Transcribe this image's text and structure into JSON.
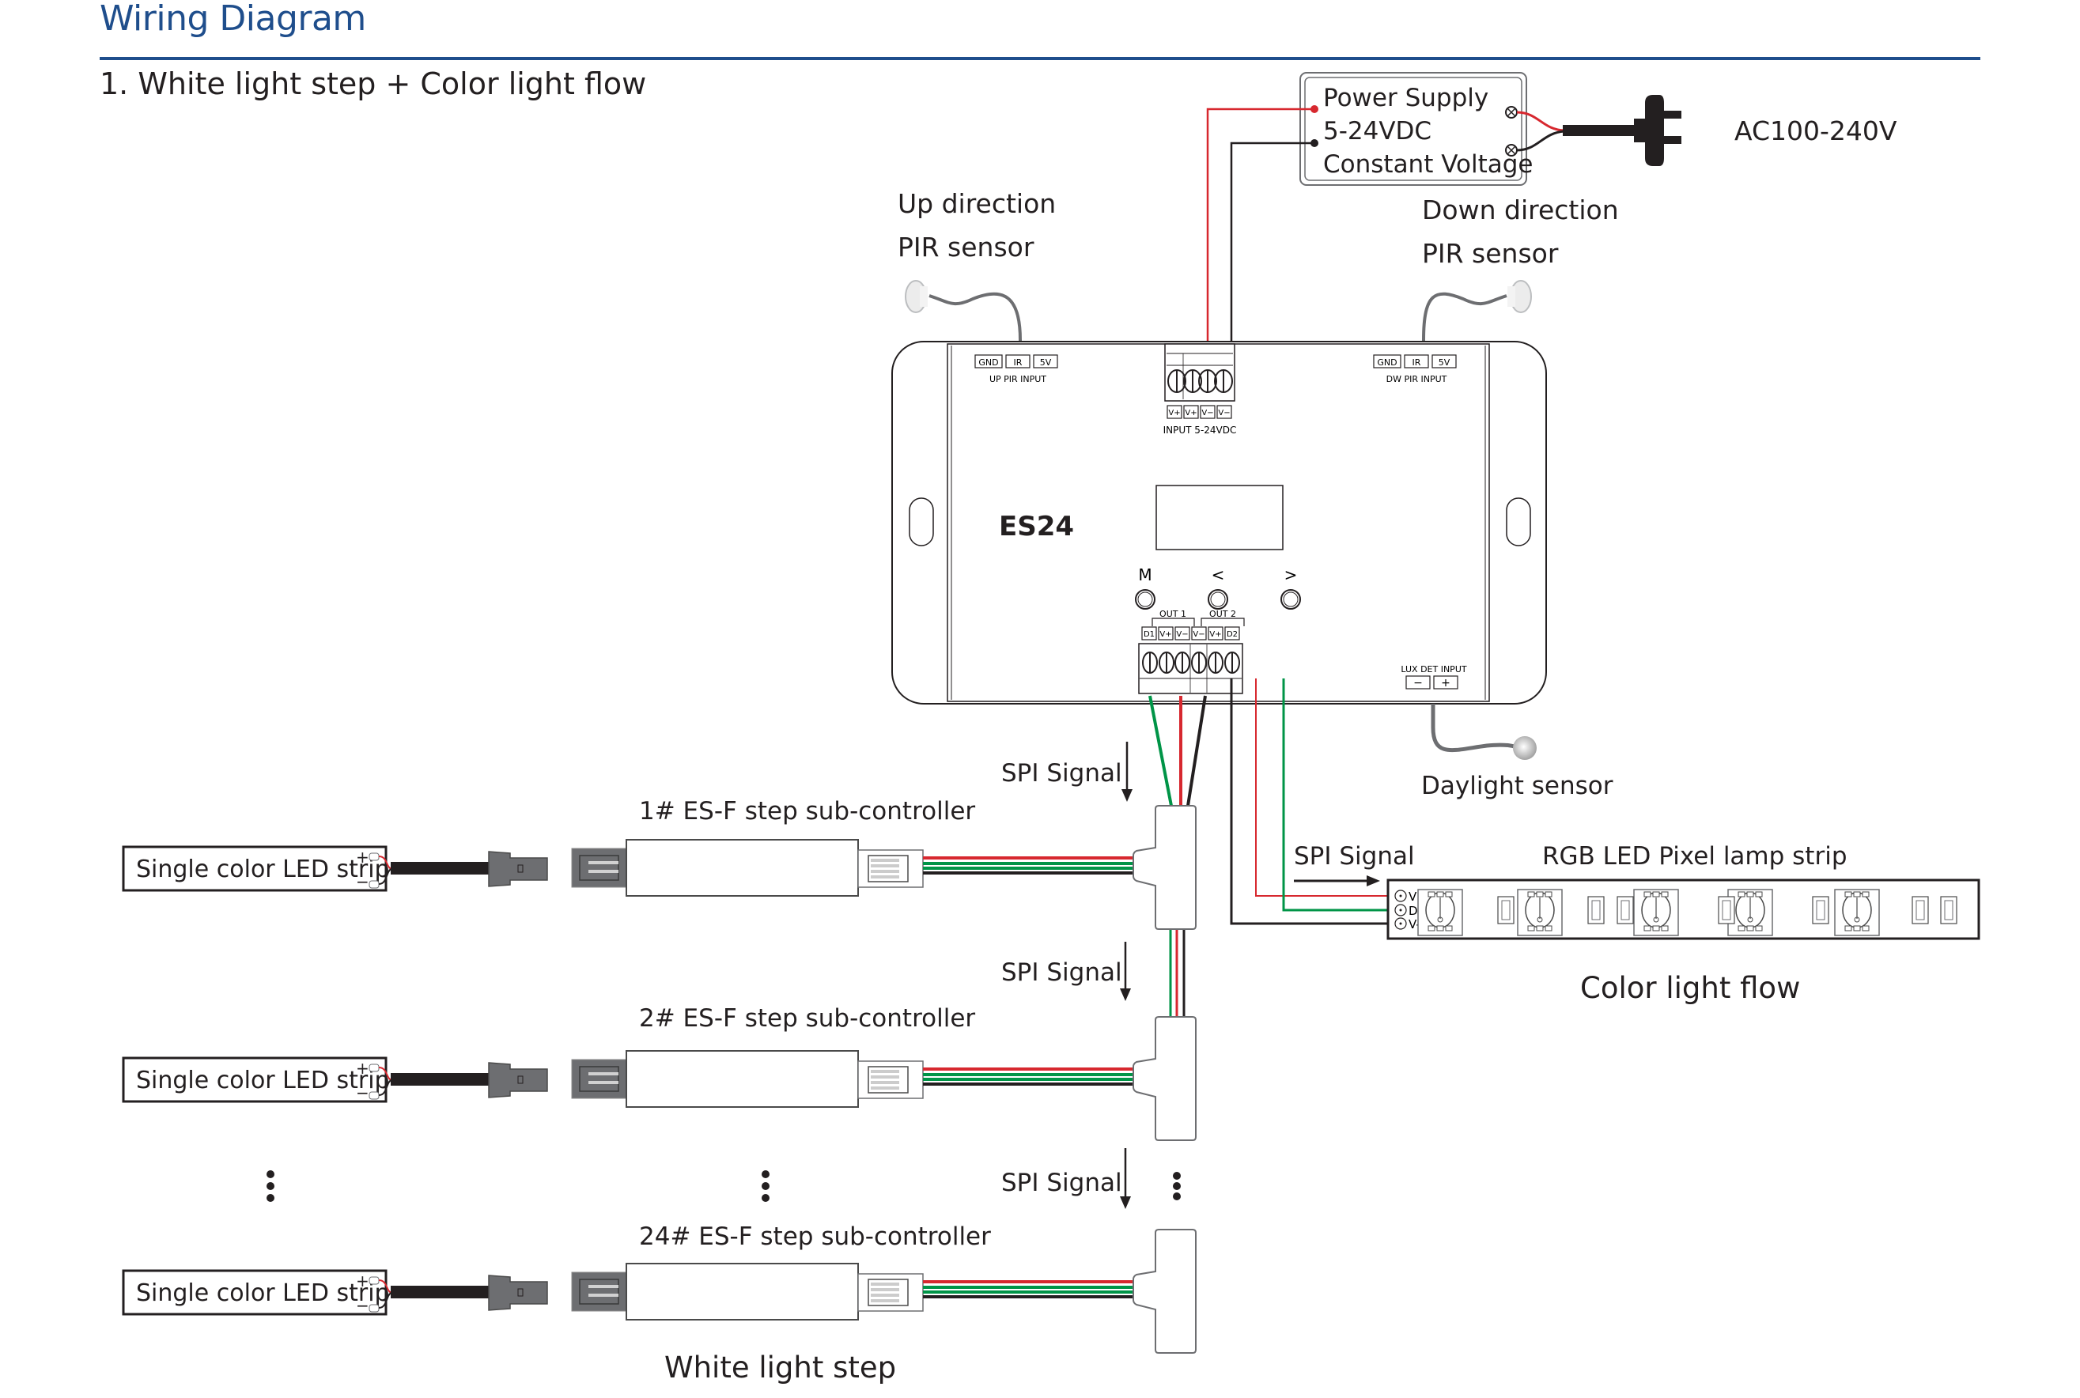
{
  "header": {
    "title": "Wiring Diagram",
    "subtitle": "1. White light step + Color light flow"
  },
  "power_supply": {
    "line1": "Power Supply",
    "line2": "5-24VDC",
    "line3": "Constant Voltage",
    "ac_label": "AC100-240V"
  },
  "sensors": {
    "up_line1": "Up direction",
    "up_line2": "PIR sensor",
    "down_line1": "Down direction",
    "down_line2": "PIR sensor",
    "daylight": "Daylight sensor"
  },
  "controller": {
    "model": "ES24",
    "up_pir_pins": [
      "GND",
      "IR",
      "5V"
    ],
    "up_pir_label": "UP PIR INPUT",
    "dw_pir_pins": [
      "GND",
      "IR",
      "5V"
    ],
    "dw_pir_label": "DW PIR INPUT",
    "input_pins": [
      "V+",
      "V+",
      "V−",
      "V−"
    ],
    "input_label": "INPUT 5-24VDC",
    "buttons": [
      "M",
      "<",
      ">"
    ],
    "out1_label": "OUT 1",
    "out2_label": "OUT 2",
    "out_pins": [
      "D1",
      "V+",
      "V−",
      "V−",
      "V+",
      "D2"
    ],
    "lux_label": "LUX DET INPUT",
    "lux_pins": [
      "−",
      "+"
    ]
  },
  "signals": {
    "spi": "SPI Signal"
  },
  "step_chain": {
    "sub_controllers": [
      {
        "label": "1# ES-F step sub-controller",
        "strip": "Single color LED strip"
      },
      {
        "label": "2# ES-F step sub-controller",
        "strip": "Single color LED strip"
      },
      {
        "label": "24# ES-F step sub-controller",
        "strip": "Single color LED strip"
      }
    ],
    "strip_plus": "+",
    "strip_minus": "−",
    "caption": "White light step"
  },
  "rgb_strip": {
    "title": "RGB LED Pixel lamp strip",
    "pins": [
      "V+",
      "DA",
      "V-"
    ],
    "caption": "Color light flow"
  },
  "colors": {
    "accent_blue": "#1f4e8c",
    "wire_red": "#d7282f",
    "wire_green": "#009447",
    "wire_black": "#231f20",
    "cable_gray": "#6d6e71"
  }
}
